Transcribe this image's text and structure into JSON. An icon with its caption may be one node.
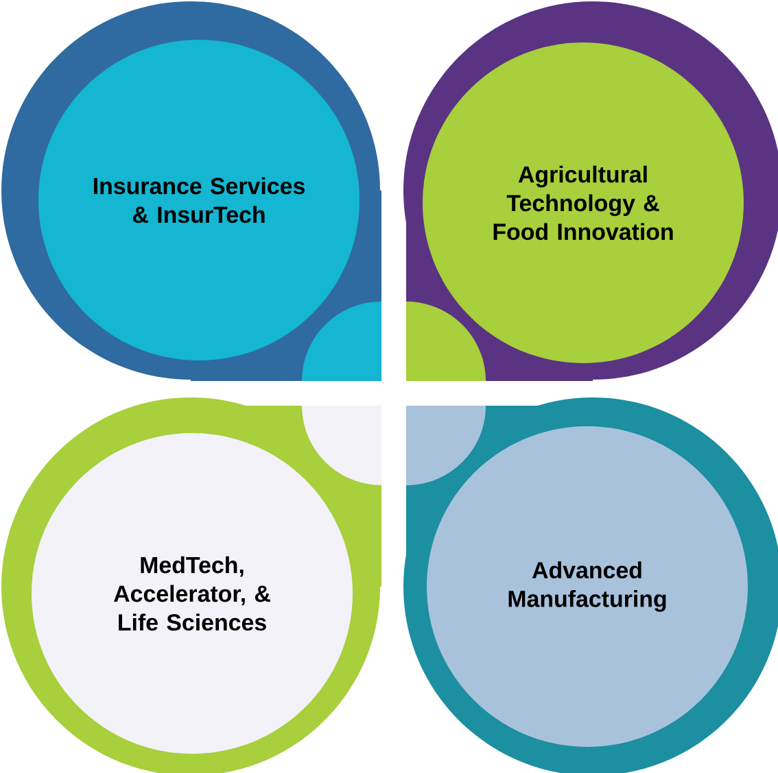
{
  "diagram": {
    "nodes": [
      {
        "text": [
          "Insurance Services & InsurTech"
        ]
      },
      {
        "text": [
          "Agricultural Technology & Food Innovation"
        ]
      },
      {
        "text": [
          "MedTech, Accelerator, & Life Sciences"
        ]
      },
      {
        "text": [
          "Advanced Manufacturing"
        ]
      }
    ]
  }
}
